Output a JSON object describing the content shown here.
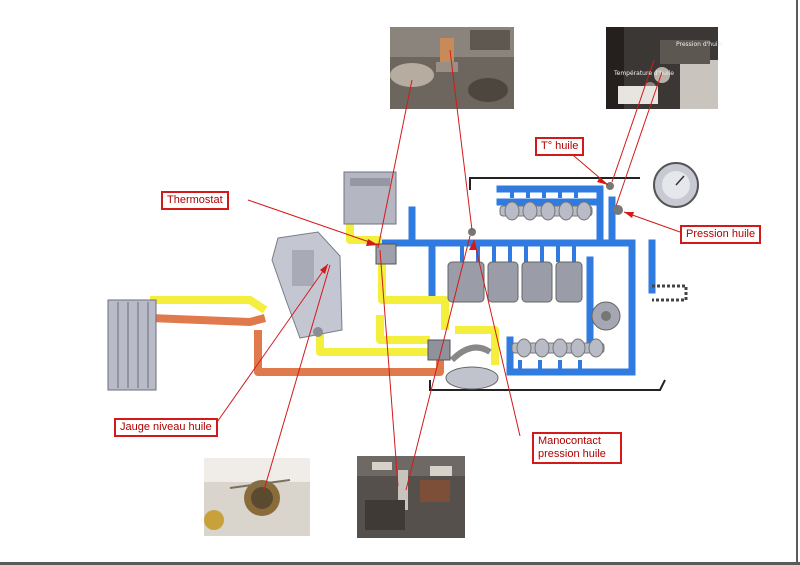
{
  "labels": {
    "thermostat": "Thermostat",
    "t_huile": "T° huile",
    "pression_huile": "Pression huile",
    "jauge_niveau_huile": "Jauge niveau huile",
    "manocontact_line1": "Manocontact",
    "manocontact_line2": "pression huile"
  },
  "photo_captions": {
    "pression_d_huile": "Pression d'huile",
    "temperature_d_huile": "Température d'huile"
  },
  "colors": {
    "oil_pressure_line": "#2f7be0",
    "oil_cold_line": "#f4ee3c",
    "oil_return_line": "#e07a4c",
    "callout": "#d21a1a",
    "component_grey": "#a8a8b4"
  }
}
